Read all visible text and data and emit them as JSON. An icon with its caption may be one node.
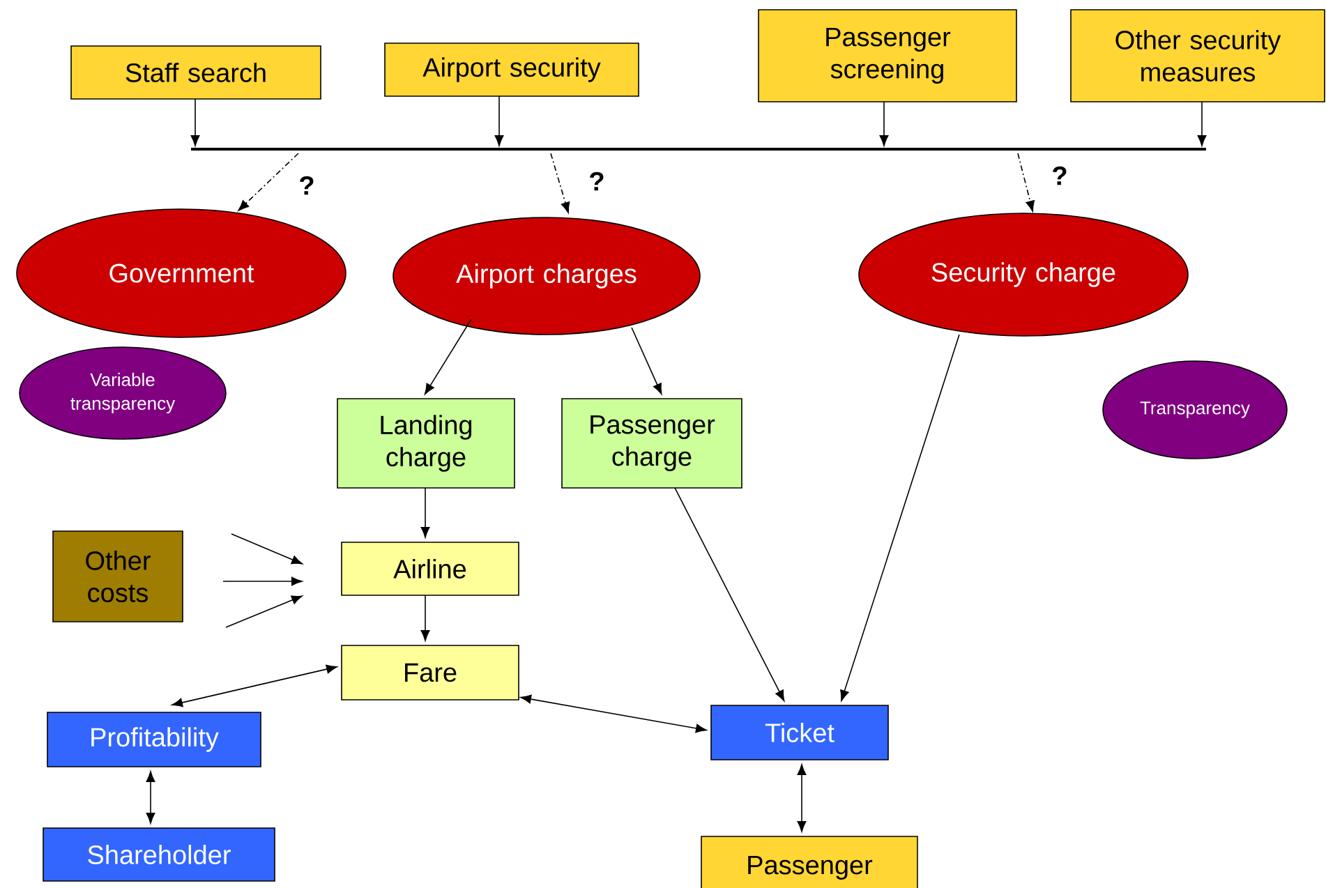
{
  "diagram": {
    "nodes": [
      {
        "text": [
          "Staff search"
        ]
      },
      {
        "text": [
          "Airport security"
        ]
      },
      {
        "text": [
          "Passenger screening"
        ]
      },
      {
        "text": [
          "Other security measures"
        ]
      },
      {
        "text": [],
        "shape": "bar"
      },
      {
        "text": [
          "Government"
        ]
      },
      {
        "text": [
          "Airport charges"
        ]
      },
      {
        "text": [
          "Security charge"
        ]
      },
      {
        "text": [
          "Variable transparency"
        ]
      },
      {
        "text": [
          "Transparency"
        ]
      },
      {
        "text": [
          "Landing charge"
        ]
      },
      {
        "text": [
          "Passenger charge"
        ]
      },
      {
        "text": [
          "Other costs"
        ]
      },
      {
        "text": [
          "Airline"
        ]
      },
      {
        "text": [
          "Fare"
        ]
      },
      {
        "text": [
          "Profitability"
        ]
      },
      {
        "text": [
          "Shareholder"
        ]
      },
      {
        "text": [
          "Ticket"
        ]
      },
      {
        "text": [
          "Passenger"
        ]
      }
    ],
    "edges": [
      {
        "from": 0,
        "to": 4,
        "arrow": "to"
      },
      {
        "from": 1,
        "to": 4,
        "arrow": "to"
      },
      {
        "from": 2,
        "to": 4,
        "arrow": "to"
      },
      {
        "from": 3,
        "to": 4,
        "arrow": "to"
      },
      {
        "from": 4,
        "to": 5,
        "arrow": "to",
        "style": "dashed",
        "label": "?"
      },
      {
        "from": 4,
        "to": 6,
        "arrow": "to",
        "style": "dashed",
        "label": "?"
      },
      {
        "from": 4,
        "to": 7,
        "arrow": "to",
        "style": "dashed",
        "label": "?"
      },
      {
        "from": 6,
        "to": 10,
        "arrow": "to"
      },
      {
        "from": 6,
        "to": 11,
        "arrow": "to"
      },
      {
        "from": 7,
        "to": 17,
        "arrow": "to"
      },
      {
        "from": 11,
        "to": 17,
        "arrow": "to"
      },
      {
        "from": 10,
        "to": 13,
        "arrow": "to"
      },
      {
        "from": 12,
        "to": 13,
        "arrow": "to"
      },
      {
        "from": 12,
        "to": 13,
        "arrow": "to"
      },
      {
        "from": 12,
        "to": 13,
        "arrow": "to"
      },
      {
        "from": 13,
        "to": 14,
        "arrow": "to"
      },
      {
        "from": 14,
        "to": 15,
        "arrow": "both"
      },
      {
        "from": 14,
        "to": 17,
        "arrow": "both"
      },
      {
        "from": 15,
        "to": 16,
        "arrow": "both"
      },
      {
        "from": 17,
        "to": 18,
        "arrow": "both"
      }
    ]
  }
}
